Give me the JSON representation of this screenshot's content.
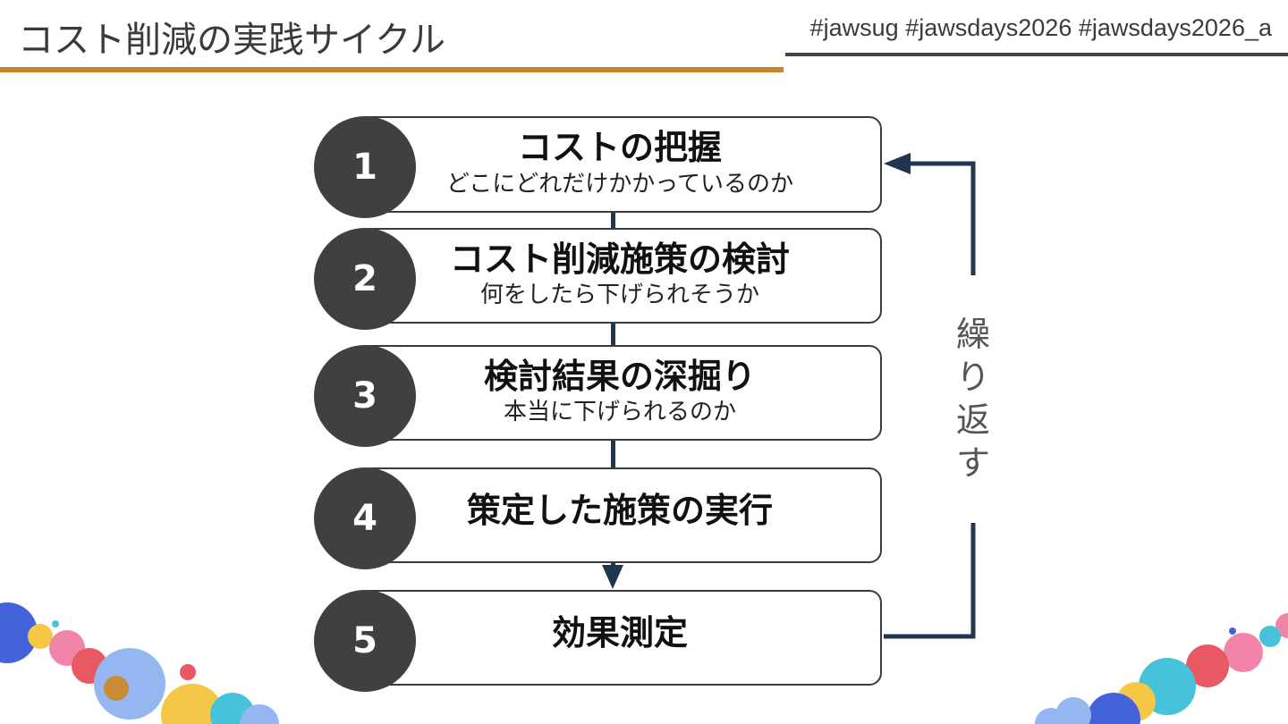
{
  "header": {
    "title": "コスト削減の実践サイクル",
    "hashtags": "#jawsug #jawsdays2026 #jawsdays2026_a"
  },
  "steps": [
    {
      "num": "1",
      "title": "コストの把握",
      "sub": "どこにどれだけかかっているのか"
    },
    {
      "num": "2",
      "title": "コスト削減施策の検討",
      "sub": "何をしたら下げられそうか"
    },
    {
      "num": "3",
      "title": "検討結果の深掘り",
      "sub": "本当に下げられるのか"
    },
    {
      "num": "4",
      "title": "策定した施策の実行",
      "sub": ""
    },
    {
      "num": "5",
      "title": "効果測定",
      "sub": ""
    }
  ],
  "loop": {
    "label_chars": [
      "繰",
      "り",
      "返",
      "す"
    ]
  },
  "colors": {
    "accent": "#c8862a",
    "circle": "#404040",
    "arrow": "#1f3550",
    "text": "#111111"
  }
}
